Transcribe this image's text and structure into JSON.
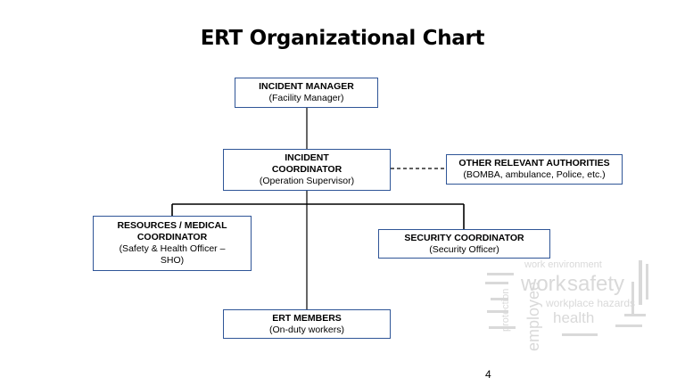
{
  "title": "ERT Organizational Chart",
  "nodes": {
    "incident_manager": {
      "title": "INCIDENT MANAGER",
      "subtitle": "(Facility Manager)"
    },
    "incident_coordinator": {
      "title_line1": "INCIDENT",
      "title_line2": "COORDINATOR",
      "subtitle": "(Operation Supervisor)"
    },
    "other_authorities": {
      "title": "OTHER RELEVANT AUTHORITIES",
      "subtitle": "(BOMBA, ambulance, Police, etc.)"
    },
    "resources_medical": {
      "title_line1": "RESOURCES / MEDICAL",
      "title_line2": "COORDINATOR",
      "subtitle_line1": "(Safety & Health Officer –",
      "subtitle_line2": "SHO)"
    },
    "security_coordinator": {
      "title": "SECURITY COORDINATOR",
      "subtitle": "(Security Officer)"
    },
    "ert_members": {
      "title": "ERT MEMBERS",
      "subtitle": "(On-duty workers)"
    }
  },
  "word_cloud": {
    "words": [
      "work environment",
      "work",
      "safety",
      "workplace hazards",
      "health",
      "employee",
      "protection"
    ]
  },
  "colors": {
    "box_border": "#2f5597",
    "line": "#000000",
    "word_cloud": "#d9d9d9"
  },
  "page_number": "4"
}
